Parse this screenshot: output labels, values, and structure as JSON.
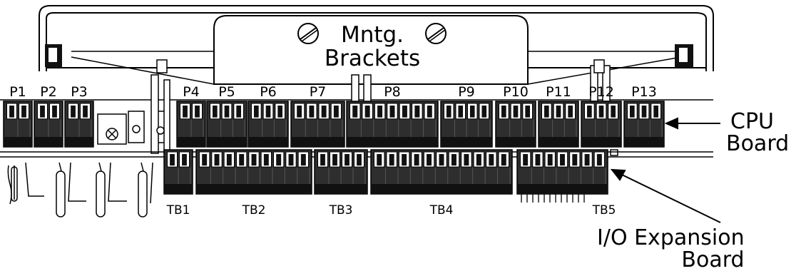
{
  "bracket_title": {
    "line1": "Mntg.",
    "line2": "Brackets"
  },
  "cpu_callout": {
    "line1": "CPU",
    "line2": "Board"
  },
  "io_callout": {
    "line1": "I/O Expansion",
    "line2": "Board"
  },
  "cpu_connectors": [
    "P1",
    "P2",
    "P3",
    "P4",
    "P5",
    "P6",
    "P7",
    "P8",
    "P9",
    "P10",
    "P11",
    "P12",
    "P13"
  ],
  "terminal_blocks": [
    "TB1",
    "TB2",
    "TB3",
    "TB4",
    "TB5"
  ],
  "colors": {
    "ink": "#000000",
    "block_fill": "#2e2e2e",
    "block_dark": "#111111",
    "paper": "#ffffff"
  }
}
